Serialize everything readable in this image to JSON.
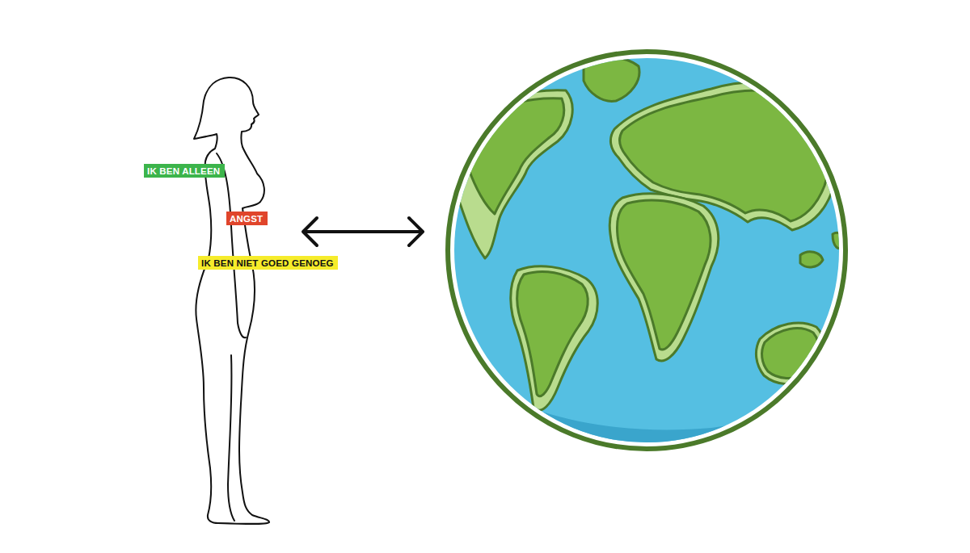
{
  "diagram": {
    "nodes": [
      {
        "text": [
          "IK BEN ALLEEN"
        ]
      },
      {
        "text": [
          "ANGST"
        ]
      },
      {
        "text": [
          "IK BEN NIET GOED GENOEG"
        ]
      }
    ]
  }
}
